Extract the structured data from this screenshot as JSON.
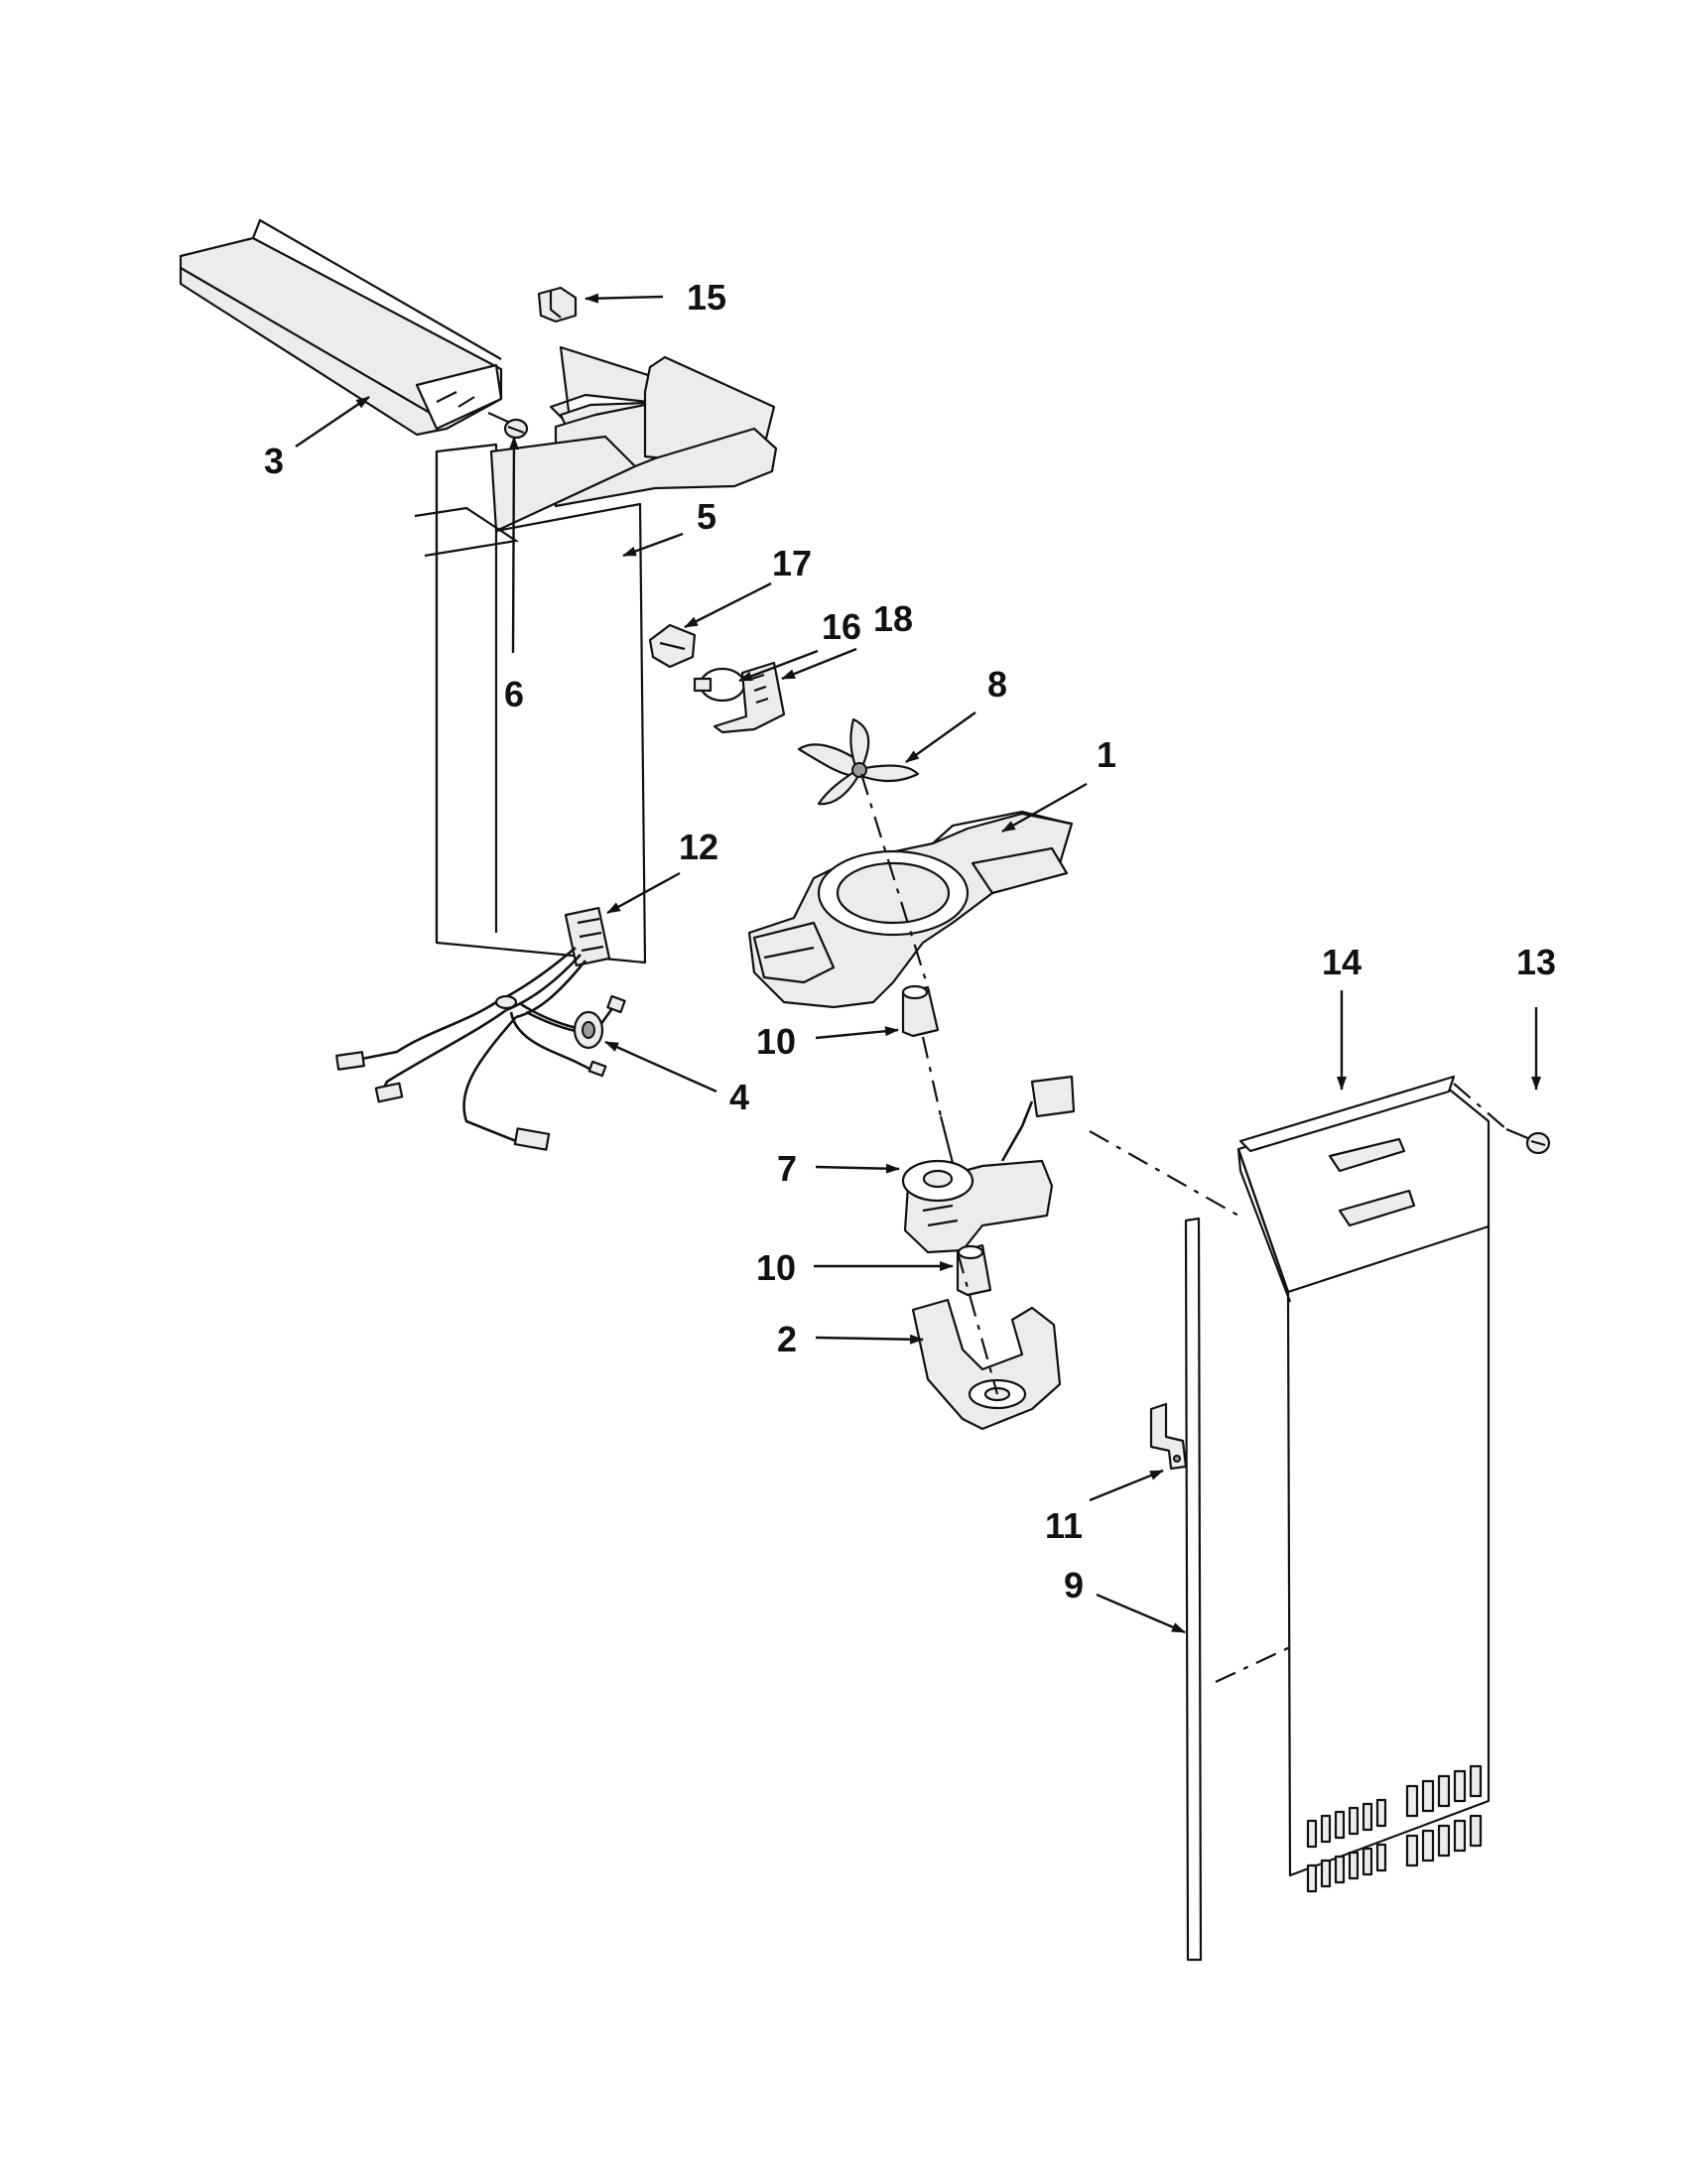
{
  "callouts": [
    {
      "id": "15",
      "text": "15"
    },
    {
      "id": "3",
      "text": "3"
    },
    {
      "id": "5",
      "text": "5"
    },
    {
      "id": "6",
      "text": "6"
    },
    {
      "id": "17",
      "text": "17"
    },
    {
      "id": "16",
      "text": "16"
    },
    {
      "id": "18",
      "text": "18"
    },
    {
      "id": "8",
      "text": "8"
    },
    {
      "id": "1",
      "text": "1"
    },
    {
      "id": "12",
      "text": "12"
    },
    {
      "id": "14",
      "text": "14"
    },
    {
      "id": "13",
      "text": "13"
    },
    {
      "id": "10a",
      "text": "10"
    },
    {
      "id": "4",
      "text": "4"
    },
    {
      "id": "7",
      "text": "7"
    },
    {
      "id": "10b",
      "text": "10"
    },
    {
      "id": "2",
      "text": "2"
    },
    {
      "id": "11",
      "text": "11"
    },
    {
      "id": "9",
      "text": "9"
    }
  ]
}
